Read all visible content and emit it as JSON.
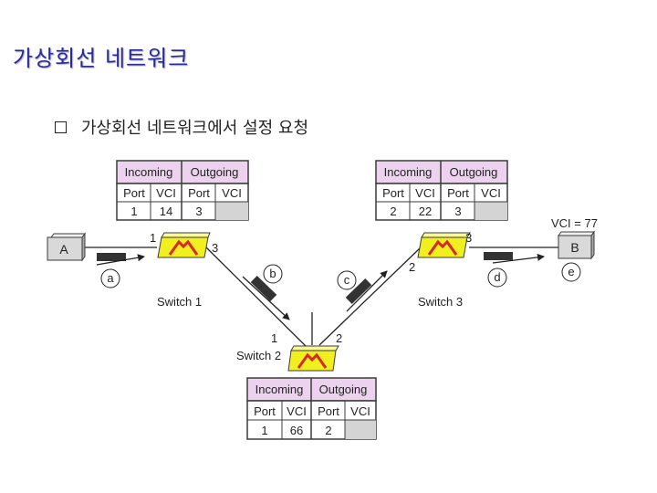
{
  "slide": {
    "title": "가상회선 네트워크",
    "bullet": "가상회선 네트워크에서 설정 요청"
  },
  "colors": {
    "title": "#2a2aa0",
    "table_header": "#ecd2ee",
    "switch_fill": "#f1ef1e",
    "switch_arrow": "#d8282a",
    "frame": "#3c3c3c",
    "host_fill": "#d9d9d9",
    "greyed_cell": "#d4d4d4"
  },
  "diagram": {
    "hosts": {
      "a": "A",
      "b": "B"
    },
    "switches": {
      "s1": "Switch 1",
      "s2": "Switch 2",
      "s3": "Switch 3"
    },
    "steps": [
      "a",
      "b",
      "c",
      "d",
      "e"
    ],
    "vci_note": "VCI = 77",
    "ports": {
      "s1_in": "1",
      "s1_out": "3",
      "s2_in": "1",
      "s2_out": "2",
      "s3_in": "2",
      "s3_out": "3"
    },
    "table_header": {
      "incoming": "Incoming",
      "outgoing": "Outgoing"
    },
    "col_headers": [
      "Port",
      "VCI",
      "Port",
      "VCI"
    ],
    "tables": {
      "s1": {
        "in_port": "1",
        "in_vci": "14",
        "out_port": "3",
        "out_vci": ""
      },
      "s3": {
        "in_port": "2",
        "in_vci": "22",
        "out_port": "3",
        "out_vci": ""
      },
      "s2": {
        "in_port": "1",
        "in_vci": "66",
        "out_port": "2",
        "out_vci": ""
      }
    }
  }
}
